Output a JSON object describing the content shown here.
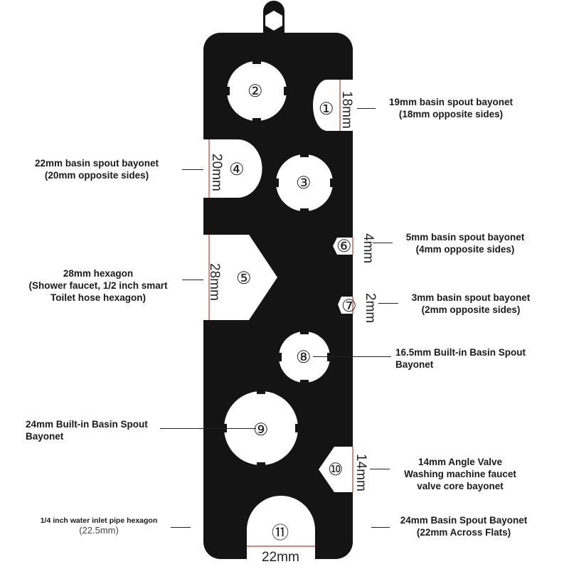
{
  "parts": [
    {
      "num": "②"
    },
    {
      "num": "①",
      "dim": "18mm",
      "lines": [
        "19mm basin spout bayonet",
        "(18mm opposite sides)"
      ]
    },
    {
      "num": "④",
      "dim": "20mm",
      "lines": [
        "22mm basin spout bayonet",
        "(20mm opposite sides)"
      ]
    },
    {
      "num": "③"
    },
    {
      "num": "⑥",
      "dim": "4mm",
      "lines": [
        "5mm basin spout bayonet",
        "(4mm opposite sides)"
      ]
    },
    {
      "num": "⑤",
      "dim": "28mm",
      "lines": [
        "28mm hexagon",
        "(Shower faucet, 1/2 inch smart",
        "Toilet hose hexagon)"
      ]
    },
    {
      "num": "⑦",
      "dim": "2mm",
      "lines": [
        "3mm basin spout bayonet",
        "(2mm opposite sides)"
      ]
    },
    {
      "num": "⑧",
      "lines": [
        "16.5mm Built-in Basin Spout",
        "Bayonet"
      ]
    },
    {
      "num": "⑨",
      "lines": [
        "24mm Built-in Basin Spout",
        "Bayonet"
      ]
    },
    {
      "num": "⑩",
      "dim": "14mm",
      "lines": [
        "14mm Angle Valve",
        "Washing machine faucet",
        "valve core bayonet"
      ]
    },
    {
      "num": "⑪",
      "dim": "22mm"
    }
  ],
  "extra_labels": {
    "inlet_title": "1/4 inch water inlet pipe hexagon",
    "inlet_size": "(22.5mm)",
    "spout_24": [
      "24mm Basin Spout Bayonet",
      "(22mm Across Flats)"
    ]
  },
  "colors": {
    "tool": "#141414",
    "text": "#1a1a1a",
    "dimension_line": "#c0392b",
    "background": "#ffffff"
  }
}
